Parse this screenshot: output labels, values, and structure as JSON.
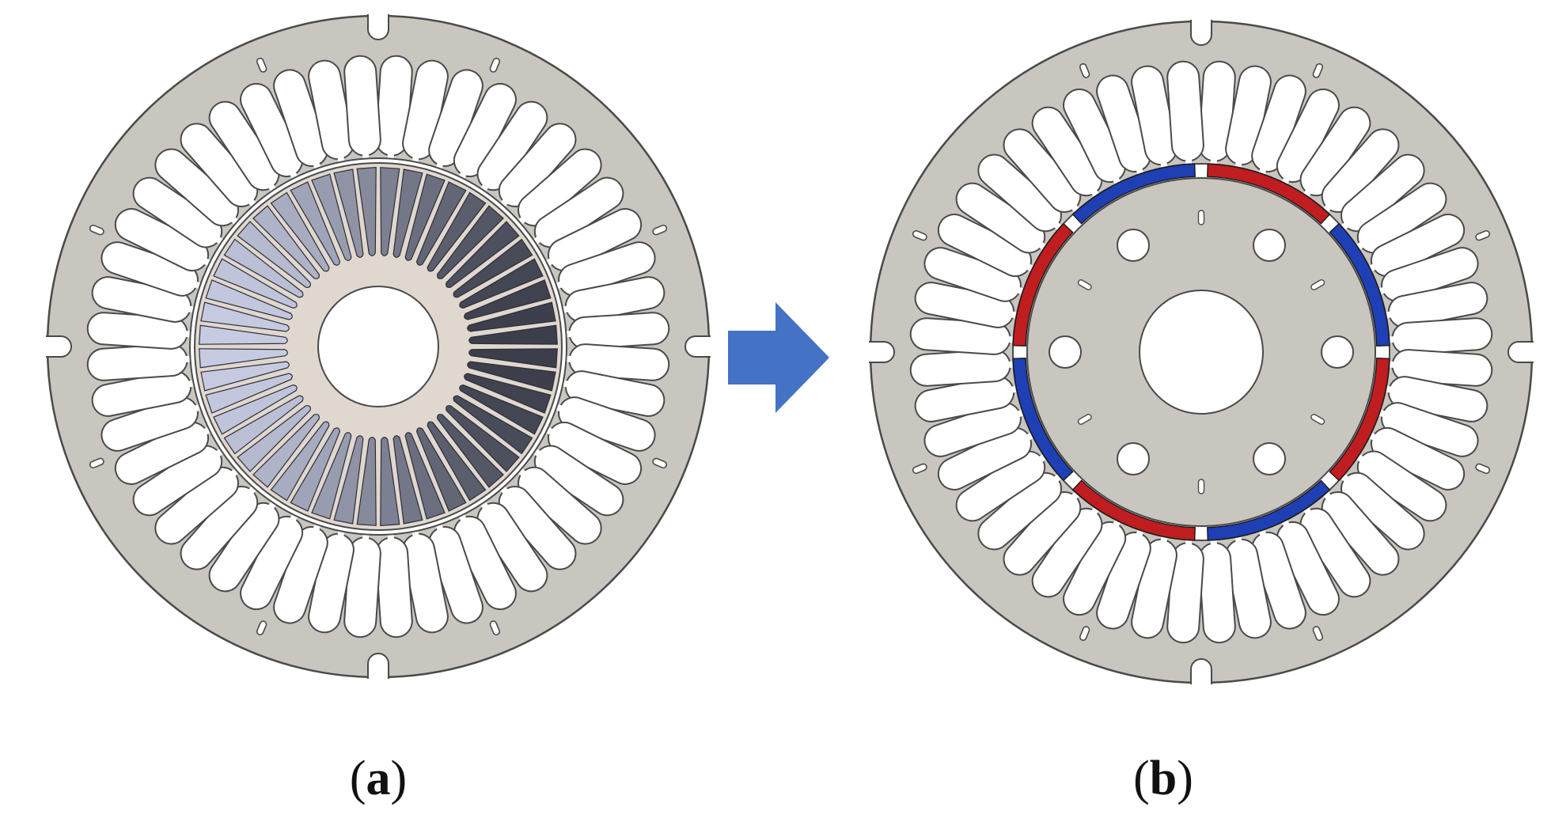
{
  "panels": [
    {
      "id": "a",
      "caption_open": "(",
      "caption_letter": "a",
      "caption_close": ")",
      "stator_slot_count": 48,
      "stator_notch_count": 4,
      "rotor_type": "induction-cage",
      "rotor_bar_count": 48
    },
    {
      "id": "b",
      "caption_open": "(",
      "caption_letter": "b",
      "caption_close": ")",
      "stator_slot_count": 48,
      "stator_notch_count": 4,
      "rotor_type": "surface-permanent-magnet",
      "magnet_count": 8,
      "magnet_polarity_sequence": [
        "blue",
        "red",
        "blue",
        "red",
        "blue",
        "red",
        "blue",
        "red"
      ],
      "rotor_hole_count": 6
    }
  ],
  "transition_arrow": {
    "direction": "right",
    "icon": "arrow-right-icon"
  },
  "colors": {
    "stator": "#c9c6c0",
    "stator_outline": "#4a4a4a",
    "rotor_a": "#e0d7cf",
    "rotor_b": "#c9c6c0",
    "bar_dark": "#3c3f4b",
    "bar_light": "#c7cbe2",
    "magnet_red": "#c01d21",
    "magnet_blue": "#1f3fb4",
    "arrow": "#4472c4"
  }
}
